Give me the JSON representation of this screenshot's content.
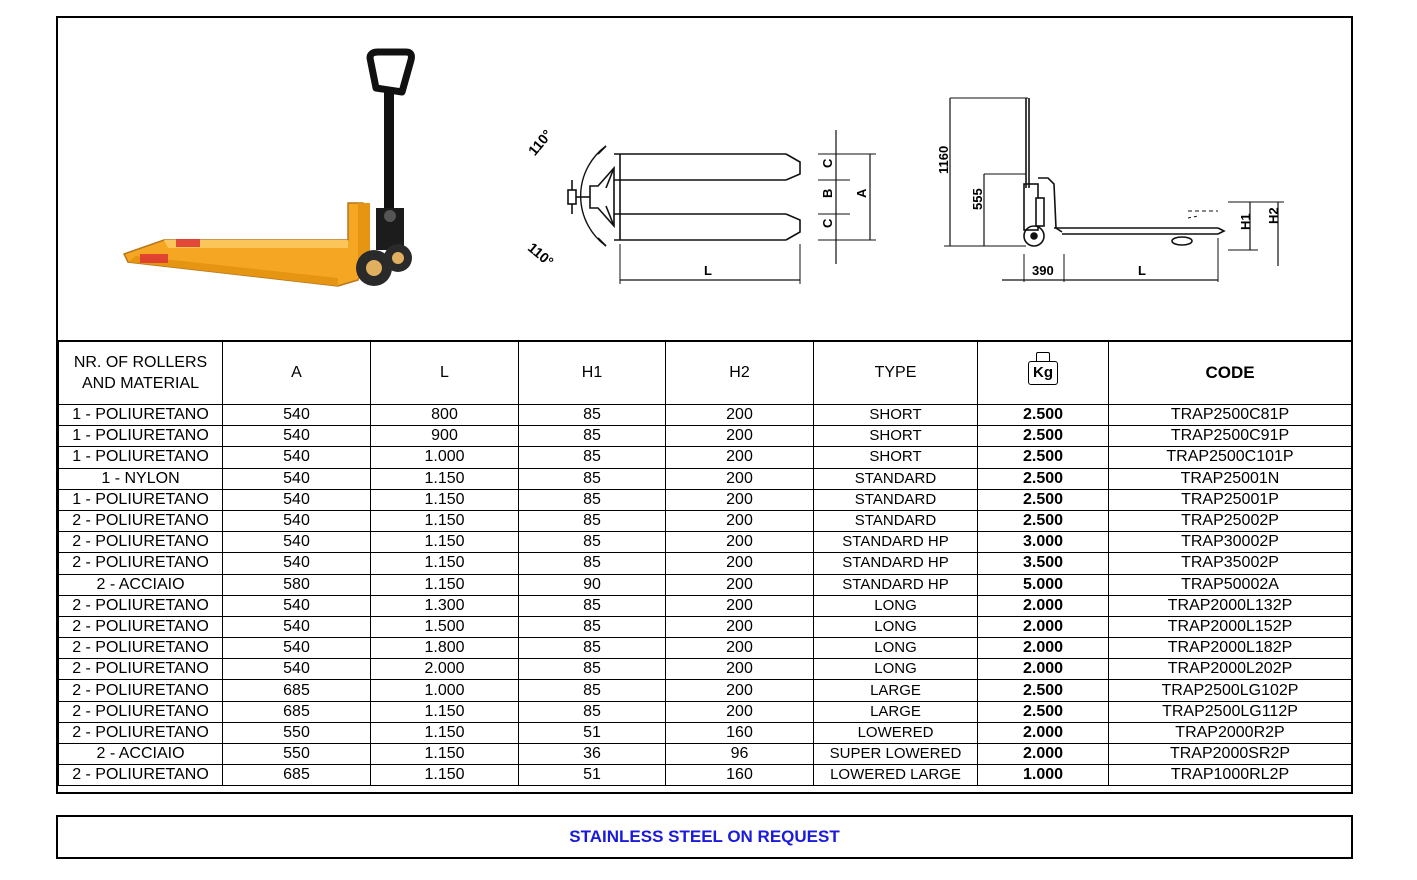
{
  "diagram": {
    "angle_top": "110°",
    "angle_bottom": "110°",
    "dim_c_top": "C",
    "dim_b": "B",
    "dim_c_bottom": "C",
    "dim_a": "A",
    "dim_l_top": "L",
    "height_1160": "1160",
    "height_555": "555",
    "dim_390": "390",
    "dim_l_side": "L",
    "dim_h1": "H1",
    "dim_h2": "H2"
  },
  "table": {
    "headers": {
      "rollers": "NR. OF ROLLERS AND MATERIAL",
      "a": "A",
      "l": "L",
      "h1": "H1",
      "h2": "H2",
      "type": "TYPE",
      "kg": "Kg",
      "code": "CODE"
    },
    "rows": [
      [
        "1 - POLIURETANO",
        "540",
        "800",
        "85",
        "200",
        "SHORT",
        "2.500",
        "TRAP2500C81P"
      ],
      [
        "1 - POLIURETANO",
        "540",
        "900",
        "85",
        "200",
        "SHORT",
        "2.500",
        "TRAP2500C91P"
      ],
      [
        "1 - POLIURETANO",
        "540",
        "1.000",
        "85",
        "200",
        "SHORT",
        "2.500",
        "TRAP2500C101P"
      ],
      [
        "1 - NYLON",
        "540",
        "1.150",
        "85",
        "200",
        "STANDARD",
        "2.500",
        "TRAP25001N"
      ],
      [
        "1 - POLIURETANO",
        "540",
        "1.150",
        "85",
        "200",
        "STANDARD",
        "2.500",
        "TRAP25001P"
      ],
      [
        "2 - POLIURETANO",
        "540",
        "1.150",
        "85",
        "200",
        "STANDARD",
        "2.500",
        "TRAP25002P"
      ],
      [
        "2 - POLIURETANO",
        "540",
        "1.150",
        "85",
        "200",
        "STANDARD HP",
        "3.000",
        "TRAP30002P"
      ],
      [
        "2 - POLIURETANO",
        "540",
        "1.150",
        "85",
        "200",
        "STANDARD HP",
        "3.500",
        "TRAP35002P"
      ],
      [
        "2 - ACCIAIO",
        "580",
        "1.150",
        "90",
        "200",
        "STANDARD HP",
        "5.000",
        "TRAP50002A"
      ],
      [
        "2 - POLIURETANO",
        "540",
        "1.300",
        "85",
        "200",
        "LONG",
        "2.000",
        "TRAP2000L132P"
      ],
      [
        "2 - POLIURETANO",
        "540",
        "1.500",
        "85",
        "200",
        "LONG",
        "2.000",
        "TRAP2000L152P"
      ],
      [
        "2 - POLIURETANO",
        "540",
        "1.800",
        "85",
        "200",
        "LONG",
        "2.000",
        "TRAP2000L182P"
      ],
      [
        "2 - POLIURETANO",
        "540",
        "2.000",
        "85",
        "200",
        "LONG",
        "2.000",
        "TRAP2000L202P"
      ],
      [
        "2 - POLIURETANO",
        "685",
        "1.000",
        "85",
        "200",
        "LARGE",
        "2.500",
        "TRAP2500LG102P"
      ],
      [
        "2 - POLIURETANO",
        "685",
        "1.150",
        "85",
        "200",
        "LARGE",
        "2.500",
        "TRAP2500LG112P"
      ],
      [
        "2 - POLIURETANO",
        "550",
        "1.150",
        "51",
        "160",
        "LOWERED",
        "2.000",
        "TRAP2000R2P"
      ],
      [
        "2 - ACCIAIO",
        "550",
        "1.150",
        "36",
        "96",
        "SUPER LOWERED",
        "2.000",
        "TRAP2000SR2P"
      ],
      [
        "2 - POLIURETANO",
        "685",
        "1.150",
        "51",
        "160",
        "LOWERED LARGE",
        "1.000",
        "TRAP1000RL2P"
      ]
    ]
  },
  "footer": {
    "note": "STAINLESS STEEL ON REQUEST"
  }
}
